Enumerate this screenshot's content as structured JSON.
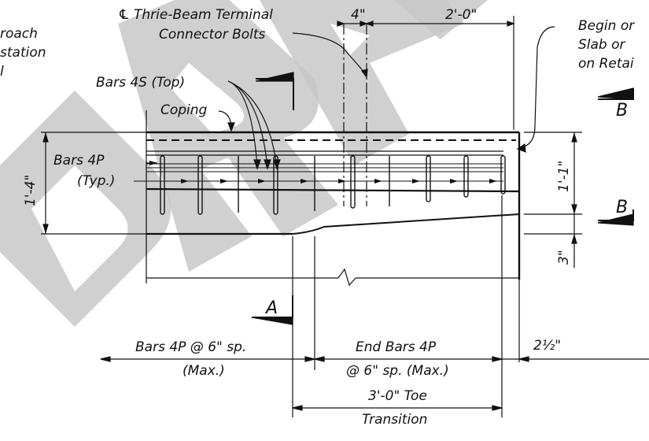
{
  "labels": {
    "thrie_beam_l1": "Thrie-Beam Terminal",
    "thrie_beam_l2": "Connector Bolts",
    "approach_l1": "roach",
    "approach_l2": "station",
    "approach_l3": "l",
    "begin_l1": "Begin or",
    "begin_l2": "Slab or",
    "begin_l3": "on Retai",
    "bars_4s": "Bars 4S (Top)",
    "coping": "Coping",
    "bars_4p": "Bars 4P",
    "typ": "(Typ.)",
    "bars_4p_spacing_l1": "Bars 4P @ 6\" sp.",
    "bars_4p_spacing_l2": "(Max.)",
    "end_bars_l1": "End Bars 4P",
    "end_bars_l2": "@ 6\" sp. (Max.)",
    "toe_l1": "3'-0\" Toe",
    "toe_l2": "Transition"
  },
  "dimensions": {
    "dim_4in": "4\"",
    "dim_2ft": "2'-0\"",
    "dim_1ft4": "1'-4\"",
    "dim_1ft1": "1'-1\"",
    "dim_3in": "3\"",
    "dim_2half": "2½\""
  },
  "section_marks": {
    "a": "A",
    "b_top": "B",
    "b_bottom": "B"
  },
  "watermark": "DRAFT",
  "colors": {
    "ink": "#111111",
    "watermark": "#c8c8c8"
  }
}
